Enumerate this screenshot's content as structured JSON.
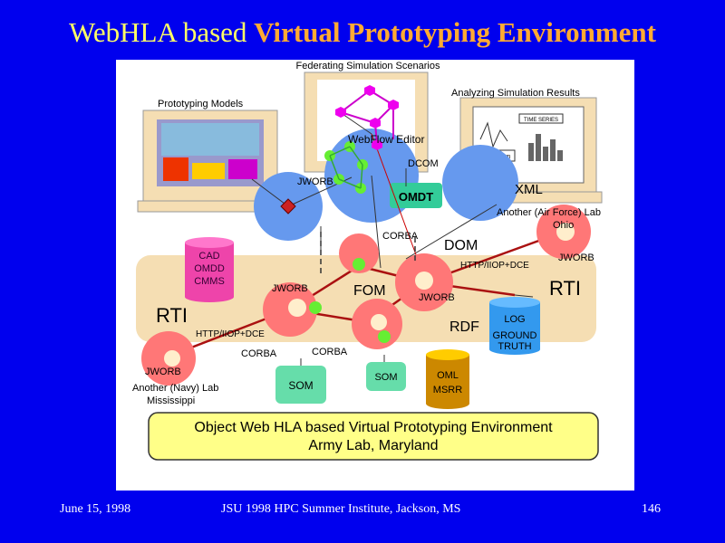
{
  "slide": {
    "title_plain": "WebHLA based ",
    "title_highlight": "Virtual Prototyping Environment",
    "footer_date": "June 15,  1998",
    "footer_event": "JSU 1998 HPC Summer Institute, Jackson, MS",
    "footer_page": "146"
  },
  "diagram": {
    "federating": "Federating Simulation Scenarios",
    "analyzing": "Analyzing Simulation Results",
    "prototyping": "Prototyping Models",
    "webflow": "WebFlow Editor",
    "dcom": "DCOM",
    "jworb_top": "JWORB",
    "omdt": "OMDT",
    "xml": "XML",
    "airforce": "Another (Air Force) Lab",
    "ohio": "Ohio",
    "corba_mid": "CORBA",
    "dom": "DOM",
    "httpiiop_right": "HTTP/IIOP+DCE",
    "jworb_right": "JWORB",
    "cad": "CAD",
    "omdd": "OMDD",
    "cmms": "CMMS",
    "jworb_left": "JWORB",
    "fom": "FOM",
    "jworb_center": "JWORB",
    "rti_right": "RTI",
    "rti_left": "RTI",
    "log": "LOG",
    "ground": "GROUND",
    "truth": "TRUTH",
    "rdf": "RDF",
    "httpiiop_left": "HTTP/IIOP+DCE",
    "corba_left": "CORBA",
    "corba_right": "CORBA",
    "jworb_navy": "JWORB",
    "navy": "Another (Navy) Lab",
    "mississippi": "Mississippi",
    "som1": "SOM",
    "som2": "SOM",
    "oml": "OML",
    "msrr": "MSRR",
    "caption1": "Object Web HLA based Virtual Prototyping Environment",
    "caption2": "Army Lab, Maryland",
    "monitor_label1": "TIME SERIES",
    "monitor_label2": "histogram"
  }
}
